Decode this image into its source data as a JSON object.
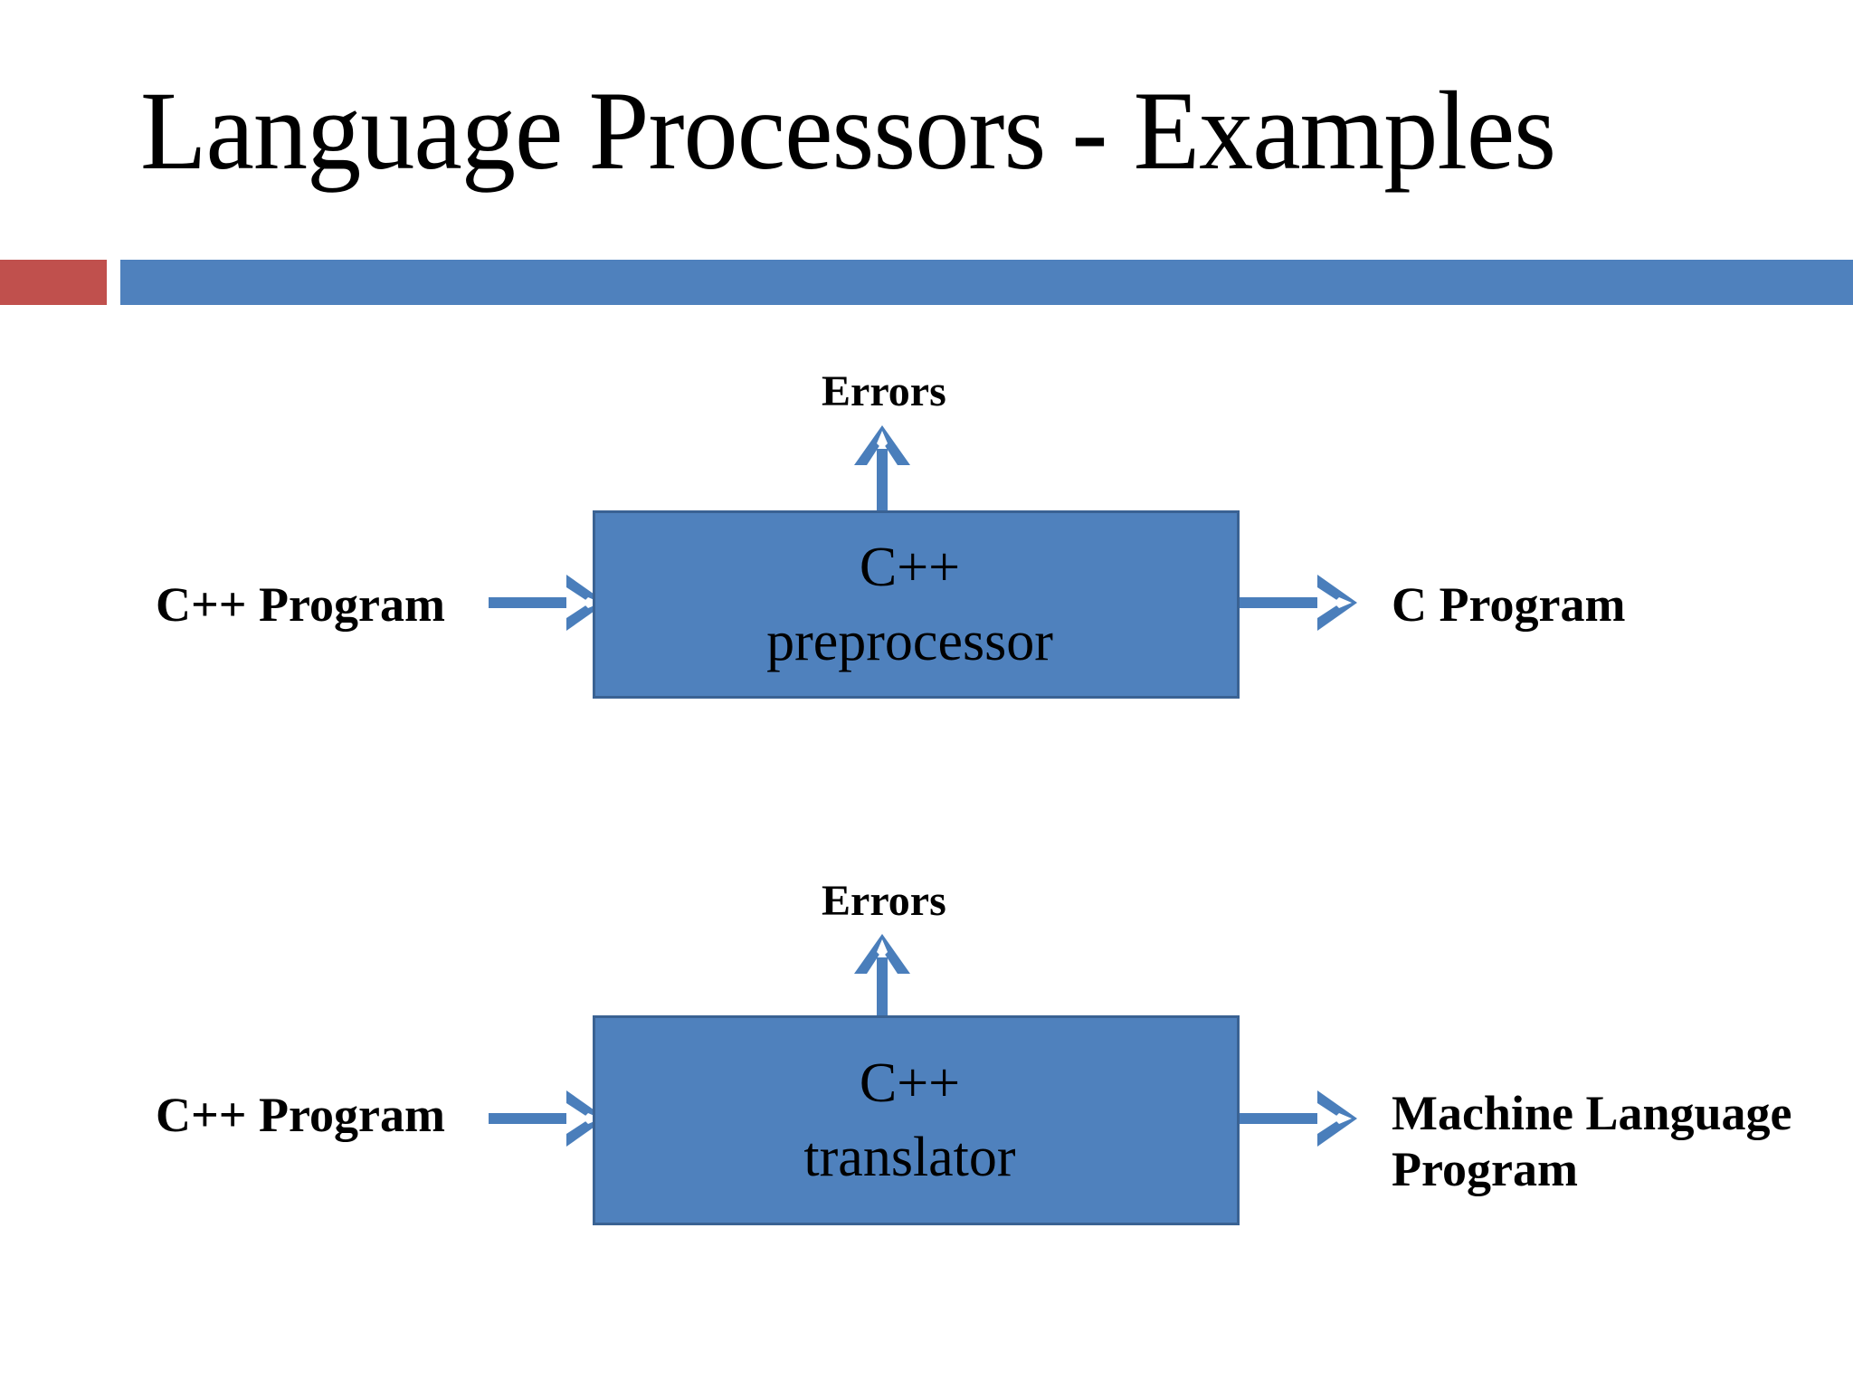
{
  "slide": {
    "title": "Language Processors - Examples",
    "accent_red": "#C0504D",
    "accent_blue": "#4F81BD",
    "background": "#FFFFFF"
  },
  "theme": {
    "box_fill": "#4F81BD",
    "box_border": "#3A6293",
    "arrow_color": "#4A7EBB",
    "text_color": "#000000"
  },
  "diagrams": [
    {
      "id": "preprocessor",
      "input_label": "C++ Program",
      "box_line1": "C++",
      "box_line2": "preprocessor",
      "output_label": "C Program",
      "errors_label": "Errors"
    },
    {
      "id": "translator",
      "input_label": "C++ Program",
      "box_line1": "C++",
      "box_line2": "translator",
      "output_label": "Machine Language\nProgram",
      "errors_label": "Errors"
    }
  ],
  "icons": {
    "arrow_right": "arrow-right-icon",
    "arrow_up": "arrow-up-icon"
  }
}
